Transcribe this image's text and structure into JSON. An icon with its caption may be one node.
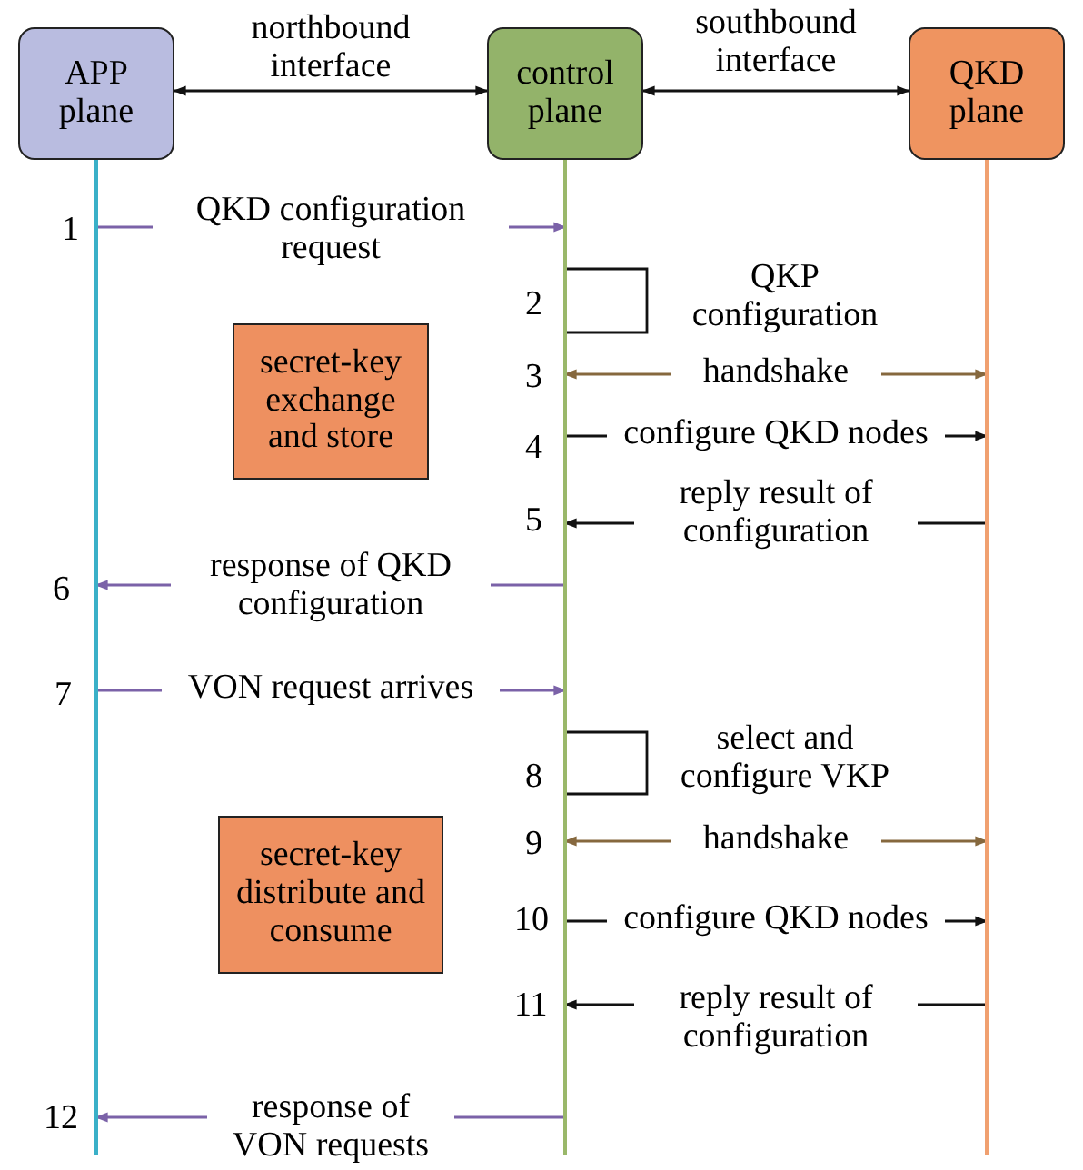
{
  "diagram": {
    "nodes": [
      {
        "text": [
          "APP plane"
        ]
      },
      {
        "text": [
          "control plane"
        ]
      },
      {
        "text": [
          "QKD plane"
        ]
      },
      {
        "text": [
          "secret-key exchange and store"
        ]
      },
      {
        "text": [
          "secret-key distribute and consume"
        ]
      },
      {
        "text": [],
        "shape": "line"
      },
      {
        "text": [],
        "shape": "line"
      },
      {
        "text": [],
        "shape": "line"
      }
    ],
    "edges": [
      {
        "from": 0,
        "to": 1,
        "arrow": "both",
        "label": "northbound interface"
      },
      {
        "from": 1,
        "to": 2,
        "arrow": "both",
        "label": "southbound interface"
      },
      {
        "from": 5,
        "to": 6,
        "arrow": "to",
        "label": "QKD configuration request",
        "color": "#7b62a8"
      },
      {
        "from": 6,
        "to": 6,
        "arrow": "none",
        "label": "QKP configuration"
      },
      {
        "from": 6,
        "to": 7,
        "arrow": "both",
        "label": "handshake",
        "color": "#86683e"
      },
      {
        "from": 6,
        "to": 7,
        "arrow": "to",
        "label": "configure QKD nodes"
      },
      {
        "from": 7,
        "to": 6,
        "arrow": "to",
        "label": "reply result of configuration"
      },
      {
        "from": 6,
        "to": 5,
        "arrow": "to",
        "label": "response of QKD configuration",
        "color": "#7b62a8"
      },
      {
        "from": 5,
        "to": 6,
        "arrow": "to",
        "label": "VON request arrives",
        "color": "#7b62a8"
      },
      {
        "from": 6,
        "to": 6,
        "arrow": "none",
        "label": "select and configure VKP"
      },
      {
        "from": 6,
        "to": 7,
        "arrow": "both",
        "label": "handshake",
        "color": "#86683e"
      },
      {
        "from": 6,
        "to": 7,
        "arrow": "to",
        "label": "configure QKD nodes"
      },
      {
        "from": 7,
        "to": 6,
        "arrow": "to",
        "label": "reply result of configuration"
      },
      {
        "from": 6,
        "to": 5,
        "arrow": "to",
        "label": "response of VON requests",
        "color": "#7b62a8"
      }
    ],
    "labels": [
      "1",
      "2",
      "3",
      "4",
      "5",
      "6",
      "7",
      "8",
      "9",
      "10",
      "11",
      "12"
    ]
  }
}
